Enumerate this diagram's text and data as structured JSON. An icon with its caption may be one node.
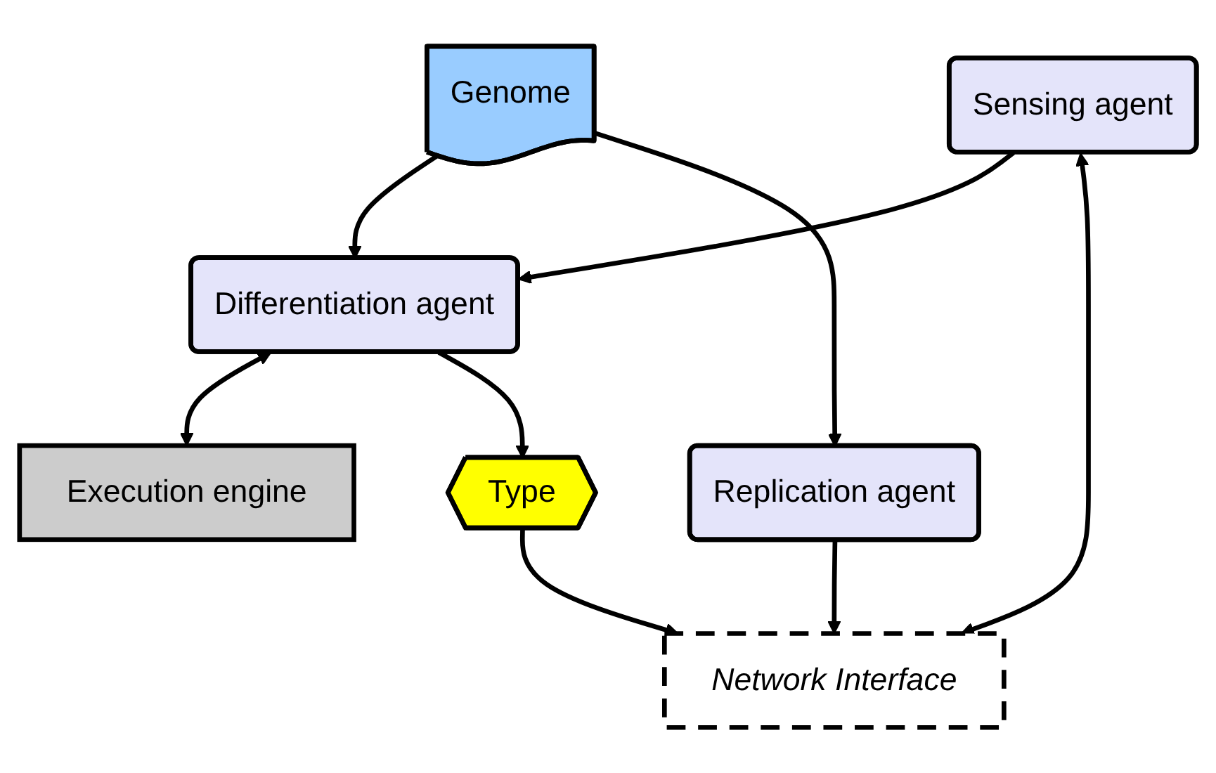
{
  "diagram": {
    "nodes": [
      {
        "text": [
          "Genome"
        ]
      },
      {
        "text": [
          "Differentiation agent"
        ]
      },
      {
        "text": [
          "Execution engine"
        ]
      },
      {
        "text": [
          "Replication agent"
        ]
      },
      {
        "text": [
          "Sensing agent"
        ]
      },
      {
        "text": [
          "Type"
        ]
      },
      {
        "text": [
          "Network Interface"
        ]
      }
    ],
    "edges": [
      {
        "from": 0,
        "to": 1,
        "arrow": "to"
      },
      {
        "from": 1,
        "to": 2,
        "arrow": "both"
      },
      {
        "from": 1,
        "to": 5,
        "arrow": "to"
      },
      {
        "from": 0,
        "to": 3,
        "arrow": "to"
      },
      {
        "from": 4,
        "to": 1,
        "arrow": "to"
      },
      {
        "from": 3,
        "to": 6,
        "arrow": "to"
      },
      {
        "from": 4,
        "to": 6,
        "arrow": "both"
      },
      {
        "from": 5,
        "to": 6,
        "arrow": "to"
      }
    ]
  }
}
